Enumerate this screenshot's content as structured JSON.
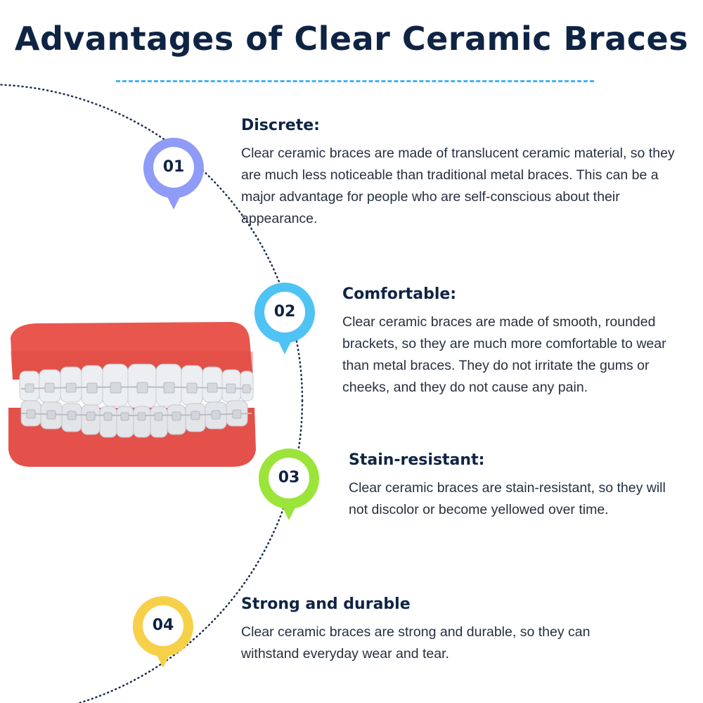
{
  "title": "Advantages of Clear Ceramic Braces",
  "colors": {
    "title": "#0f2444",
    "rule": "#46b3ef",
    "gums": "#e8564e",
    "teeth": "#e6e8ec"
  },
  "items": [
    {
      "number": "01",
      "color": "#8f9bf7",
      "heading": "Discrete:",
      "text": "Clear ceramic braces are made of translucent ceramic material, so they are much less noticeable than traditional metal braces. This can be a major advantage for people who are self-conscious about their appearance."
    },
    {
      "number": "02",
      "color": "#4fc3f4",
      "heading": "Comfortable:",
      "text": "Clear ceramic braces are made of smooth, rounded brackets, so they are much more comfortable to wear than metal braces. They do not irritate the gums or cheeks, and they do not cause any pain."
    },
    {
      "number": "03",
      "color": "#9be43a",
      "heading": "Stain-resistant:",
      "text": "Clear ceramic braces are stain-resistant, so they will not discolor or become yellowed over time."
    },
    {
      "number": "04",
      "color": "#f7d04a",
      "heading": "Strong and durable",
      "text": "Clear ceramic braces are strong and durable, so they can withstand everyday wear and tear."
    }
  ],
  "illustration": {
    "icon": "teeth-with-braces-icon"
  }
}
